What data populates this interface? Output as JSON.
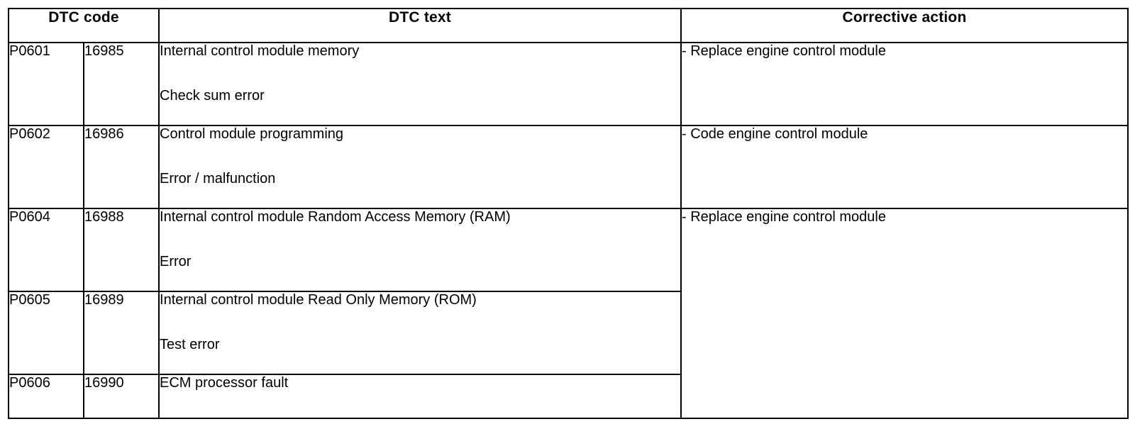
{
  "table": {
    "headers": {
      "dtc_code": "DTC code",
      "dtc_text": "DTC text",
      "corrective_action": "Corrective action"
    },
    "rows": [
      {
        "code": "P0601",
        "number": "16985",
        "text_line1": "Internal control module memory",
        "text_line2": "Check sum error",
        "action": "- Replace engine control module"
      },
      {
        "code": "P0602",
        "number": "16986",
        "text_line1": "Control module programming",
        "text_line2": "Error / malfunction",
        "action": "- Code engine control module"
      },
      {
        "code": "P0604",
        "number": "16988",
        "text_line1": "Internal control module Random Access Memory (RAM)",
        "text_line2": "Error",
        "action": "- Replace engine control module"
      },
      {
        "code": "P0605",
        "number": "16989",
        "text_line1": "Internal control module Read Only Memory (ROM)",
        "text_line2": "Test error",
        "action": ""
      },
      {
        "code": "P0606",
        "number": "16990",
        "text_line1": "ECM processor fault",
        "text_line2": "",
        "action": ""
      }
    ]
  },
  "colors": {
    "border": "#000000",
    "text": "#000000",
    "background": "#ffffff"
  }
}
